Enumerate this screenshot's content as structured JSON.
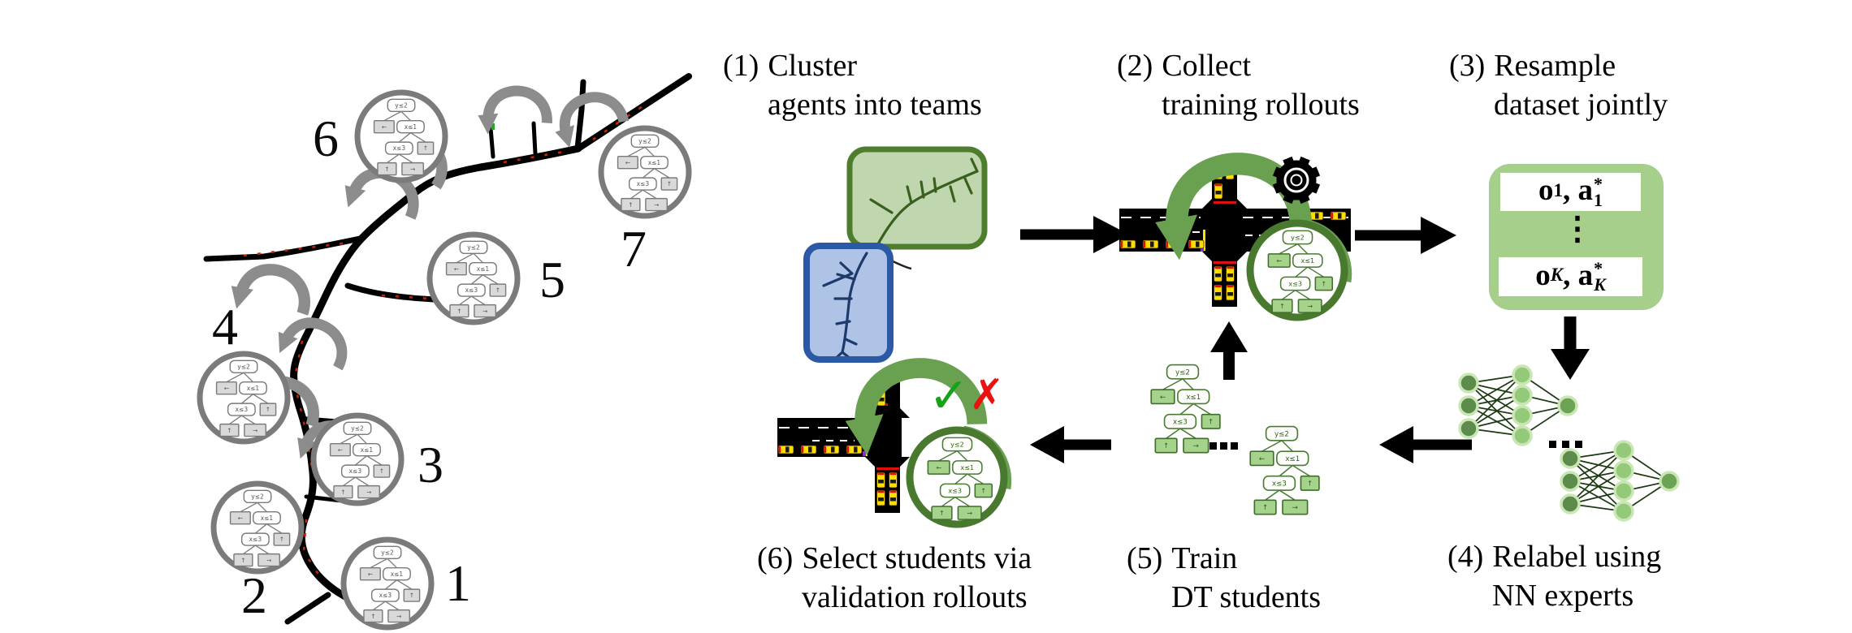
{
  "left_panel": {
    "region_labels": [
      "1",
      "2",
      "3",
      "4",
      "5",
      "6",
      "7"
    ]
  },
  "tree": {
    "root": "y≤2",
    "left": "←",
    "x1": "x≤1",
    "x3": "x≤3",
    "up": "↑",
    "up2": "↑",
    "right": "→"
  },
  "steps": {
    "s1": {
      "num": "(1)",
      "line1": "Cluster",
      "line2": "agents into teams"
    },
    "s2": {
      "num": "(2)",
      "line1": "Collect",
      "line2": "training rollouts"
    },
    "s3": {
      "num": "(3)",
      "line1": "Resample",
      "line2": "dataset jointly"
    },
    "s4": {
      "num": "(4)",
      "line1": "Relabel using",
      "line2": "NN experts"
    },
    "s5": {
      "num": "(5)",
      "line1": "Train",
      "line2": "DT students"
    },
    "s6": {
      "num": "(6)",
      "line1": "Select students via",
      "line2": "validation rollouts"
    }
  },
  "dataset_box": {
    "row1": {
      "obs": "o",
      "obs_sub": "1",
      "sep": ",",
      "act": "a",
      "act_sup": "*",
      "act_sub": "1"
    },
    "dots": "⋮",
    "row2": {
      "obs": "o",
      "obs_sub": "K",
      "sep": ",",
      "act": "a",
      "act_sup": "*",
      "act_sub": "K"
    }
  },
  "marks": {
    "check": "✓",
    "cross": "✗"
  },
  "icons": {
    "gear": "gear-icon",
    "curved_arrow": "swoosh-arrow"
  },
  "colors": {
    "team_green_fill": "#c0d6ae",
    "team_green_border": "#4e7d2d",
    "team_green_road": "#39601f",
    "team_blue_fill": "#aec3e6",
    "team_blue_border": "#2b59a5",
    "team_blue_road": "#1d3a6b",
    "dataset_green": "#a6cf8c",
    "circle_green": "#49792f",
    "grey_ring": "#7b7b7b",
    "swoosh_grey": "#8c8c8c",
    "swoosh_green": "#69a150",
    "road": "#000000",
    "car_yellow": "#ffdc00",
    "car_red": "#e01010",
    "stop_yellow": "#ffe000",
    "check_green": "#17a317",
    "cross_red": "#ea1111",
    "nn_input": "#5d8b4c",
    "nn_hidden": "#93c979",
    "nn_output": "#6ca355",
    "nn_halo": "#c9e6b4",
    "nn_edge": "#1c3a12",
    "dt_leaf": "#a6d38b",
    "dt_border": "#4a7b33"
  }
}
